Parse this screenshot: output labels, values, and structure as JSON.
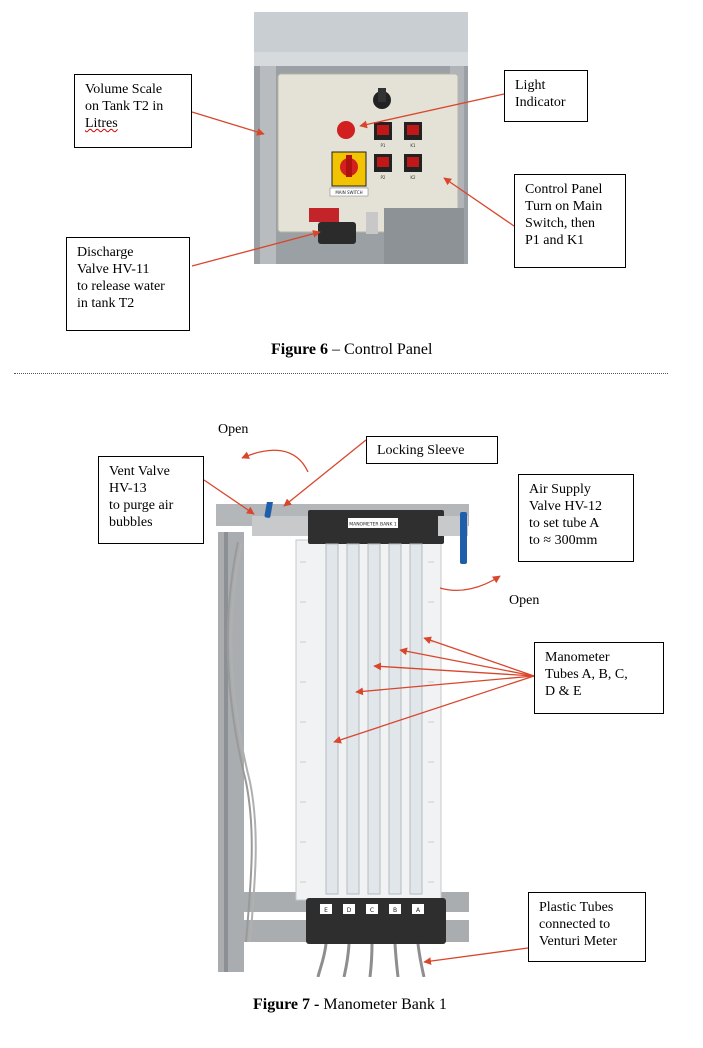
{
  "figure6": {
    "caption_bold": "Figure 6",
    "caption_rest": " – Control Panel",
    "labels": {
      "volume_scale": [
        "Volume Scale",
        "on Tank T2 in",
        "Litres"
      ],
      "light_indicator": [
        "Light",
        "Indicator"
      ],
      "control_panel": [
        "Control Panel",
        "Turn on Main",
        "Switch, then",
        "P1 and K1"
      ],
      "discharge_valve": [
        "Discharge",
        "Valve HV-11",
        "to release  water",
        "in tank T2"
      ]
    },
    "panel_text": {
      "switch_label": "MAIN SWITCH",
      "b1": "P1",
      "b2": "K1",
      "b3": "P2",
      "b4": "K2"
    }
  },
  "figure7": {
    "caption_bold": "Figure 7 -",
    "caption_rest": " Manometer Bank 1",
    "open_top": "Open",
    "open_right": "Open",
    "labels": {
      "vent_valve": [
        "Vent Valve",
        "HV-13",
        "to purge air",
        "bubbles"
      ],
      "locking_sleeve": [
        "Locking Sleeve"
      ],
      "air_supply": [
        "Air Supply",
        "Valve HV-12",
        "to set tube A",
        "to ≈ 300mm"
      ],
      "manometer_tubes": [
        "Manometer",
        "Tubes A, B, C,",
        "D & E"
      ],
      "plastic_tubes": [
        "Plastic Tubes",
        "connected to",
        "Venturi Meter"
      ]
    },
    "manifold_label": "MANOMETER BANK 1",
    "port_labels": [
      "E",
      "D",
      "C",
      "B",
      "A"
    ]
  },
  "colors": {
    "arrow": "#d9462b",
    "panel": "#e4e1d6",
    "frame": "#a9adb0",
    "switch_yellow": "#f2c300",
    "switch_red": "#d21f1f"
  }
}
